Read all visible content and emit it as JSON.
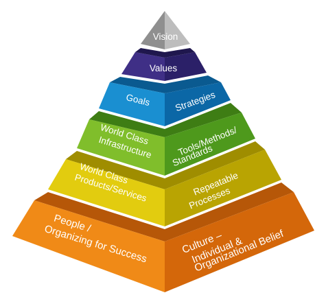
{
  "pyramid": {
    "levels": [
      {
        "id": "vision",
        "labels": {
          "front": "Vision"
        },
        "colors": {
          "left": "#8f8f8f",
          "right": "#bcbcbc",
          "band": "#6f6f6f"
        }
      },
      {
        "id": "values",
        "labels": {
          "front": "Values"
        },
        "colors": {
          "left": "#3f2f86",
          "right": "#2a1f66",
          "band": "#1f174e"
        }
      },
      {
        "id": "goals",
        "labels": {
          "left": "Goals",
          "right": "Strategies"
        },
        "colors": {
          "left": "#1a8fd1",
          "right": "#0b67a6",
          "band": "#0a5a90"
        }
      },
      {
        "id": "infrastructure",
        "labels": {
          "left_1": "World Class",
          "left_2": "Infrastructure",
          "right_1": "Tools/Methods/",
          "right_2": "Standards"
        },
        "colors": {
          "left": "#7fbe2b",
          "right": "#4f9a1c",
          "band": "#3e7d14"
        }
      },
      {
        "id": "products",
        "labels": {
          "left_1": "World Class",
          "left_2": "Products/Services",
          "right_1": "Repeatable",
          "right_2": "Processes"
        },
        "colors": {
          "left": "#e2cc0f",
          "right": "#b9a402",
          "band": "#9f8d00"
        }
      },
      {
        "id": "people",
        "labels": {
          "left_1": "People /",
          "left_2": "Organizing for Success",
          "right_1": "Culture –",
          "right_2": "Individual &",
          "right_3": "Organizational Belief"
        },
        "colors": {
          "left": "#f08a17",
          "right": "#d4670a",
          "band": "#b65708"
        }
      }
    ]
  }
}
